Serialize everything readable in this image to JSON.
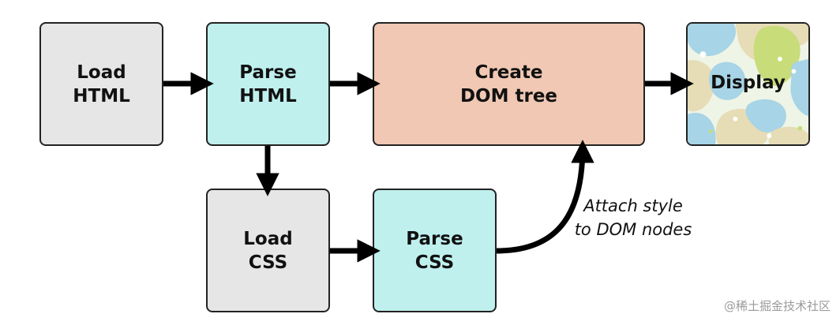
{
  "diagram": {
    "boxes": {
      "load_html": {
        "lines": [
          "Load",
          "HTML"
        ]
      },
      "parse_html": {
        "lines": [
          "Parse",
          "HTML"
        ]
      },
      "create_dom": {
        "lines": [
          "Create",
          "DOM tree"
        ]
      },
      "display": {
        "lines": [
          "Display"
        ]
      },
      "load_css": {
        "lines": [
          "Load",
          "CSS"
        ]
      },
      "parse_css": {
        "lines": [
          "Parse",
          "CSS"
        ]
      }
    },
    "edge_label": {
      "lines": [
        "Attach style",
        "to DOM nodes"
      ]
    },
    "watermark": "@稀土掘金技术社区",
    "colors": {
      "load_fill": "#e6e6e6",
      "parse_fill": "#bff0ee",
      "create_fill": "#f0c8b3",
      "arrow": "#000000",
      "display_pattern": [
        "#eef4e6",
        "#a7d4e6",
        "#c8dc7a",
        "#e6dcb6"
      ]
    }
  }
}
